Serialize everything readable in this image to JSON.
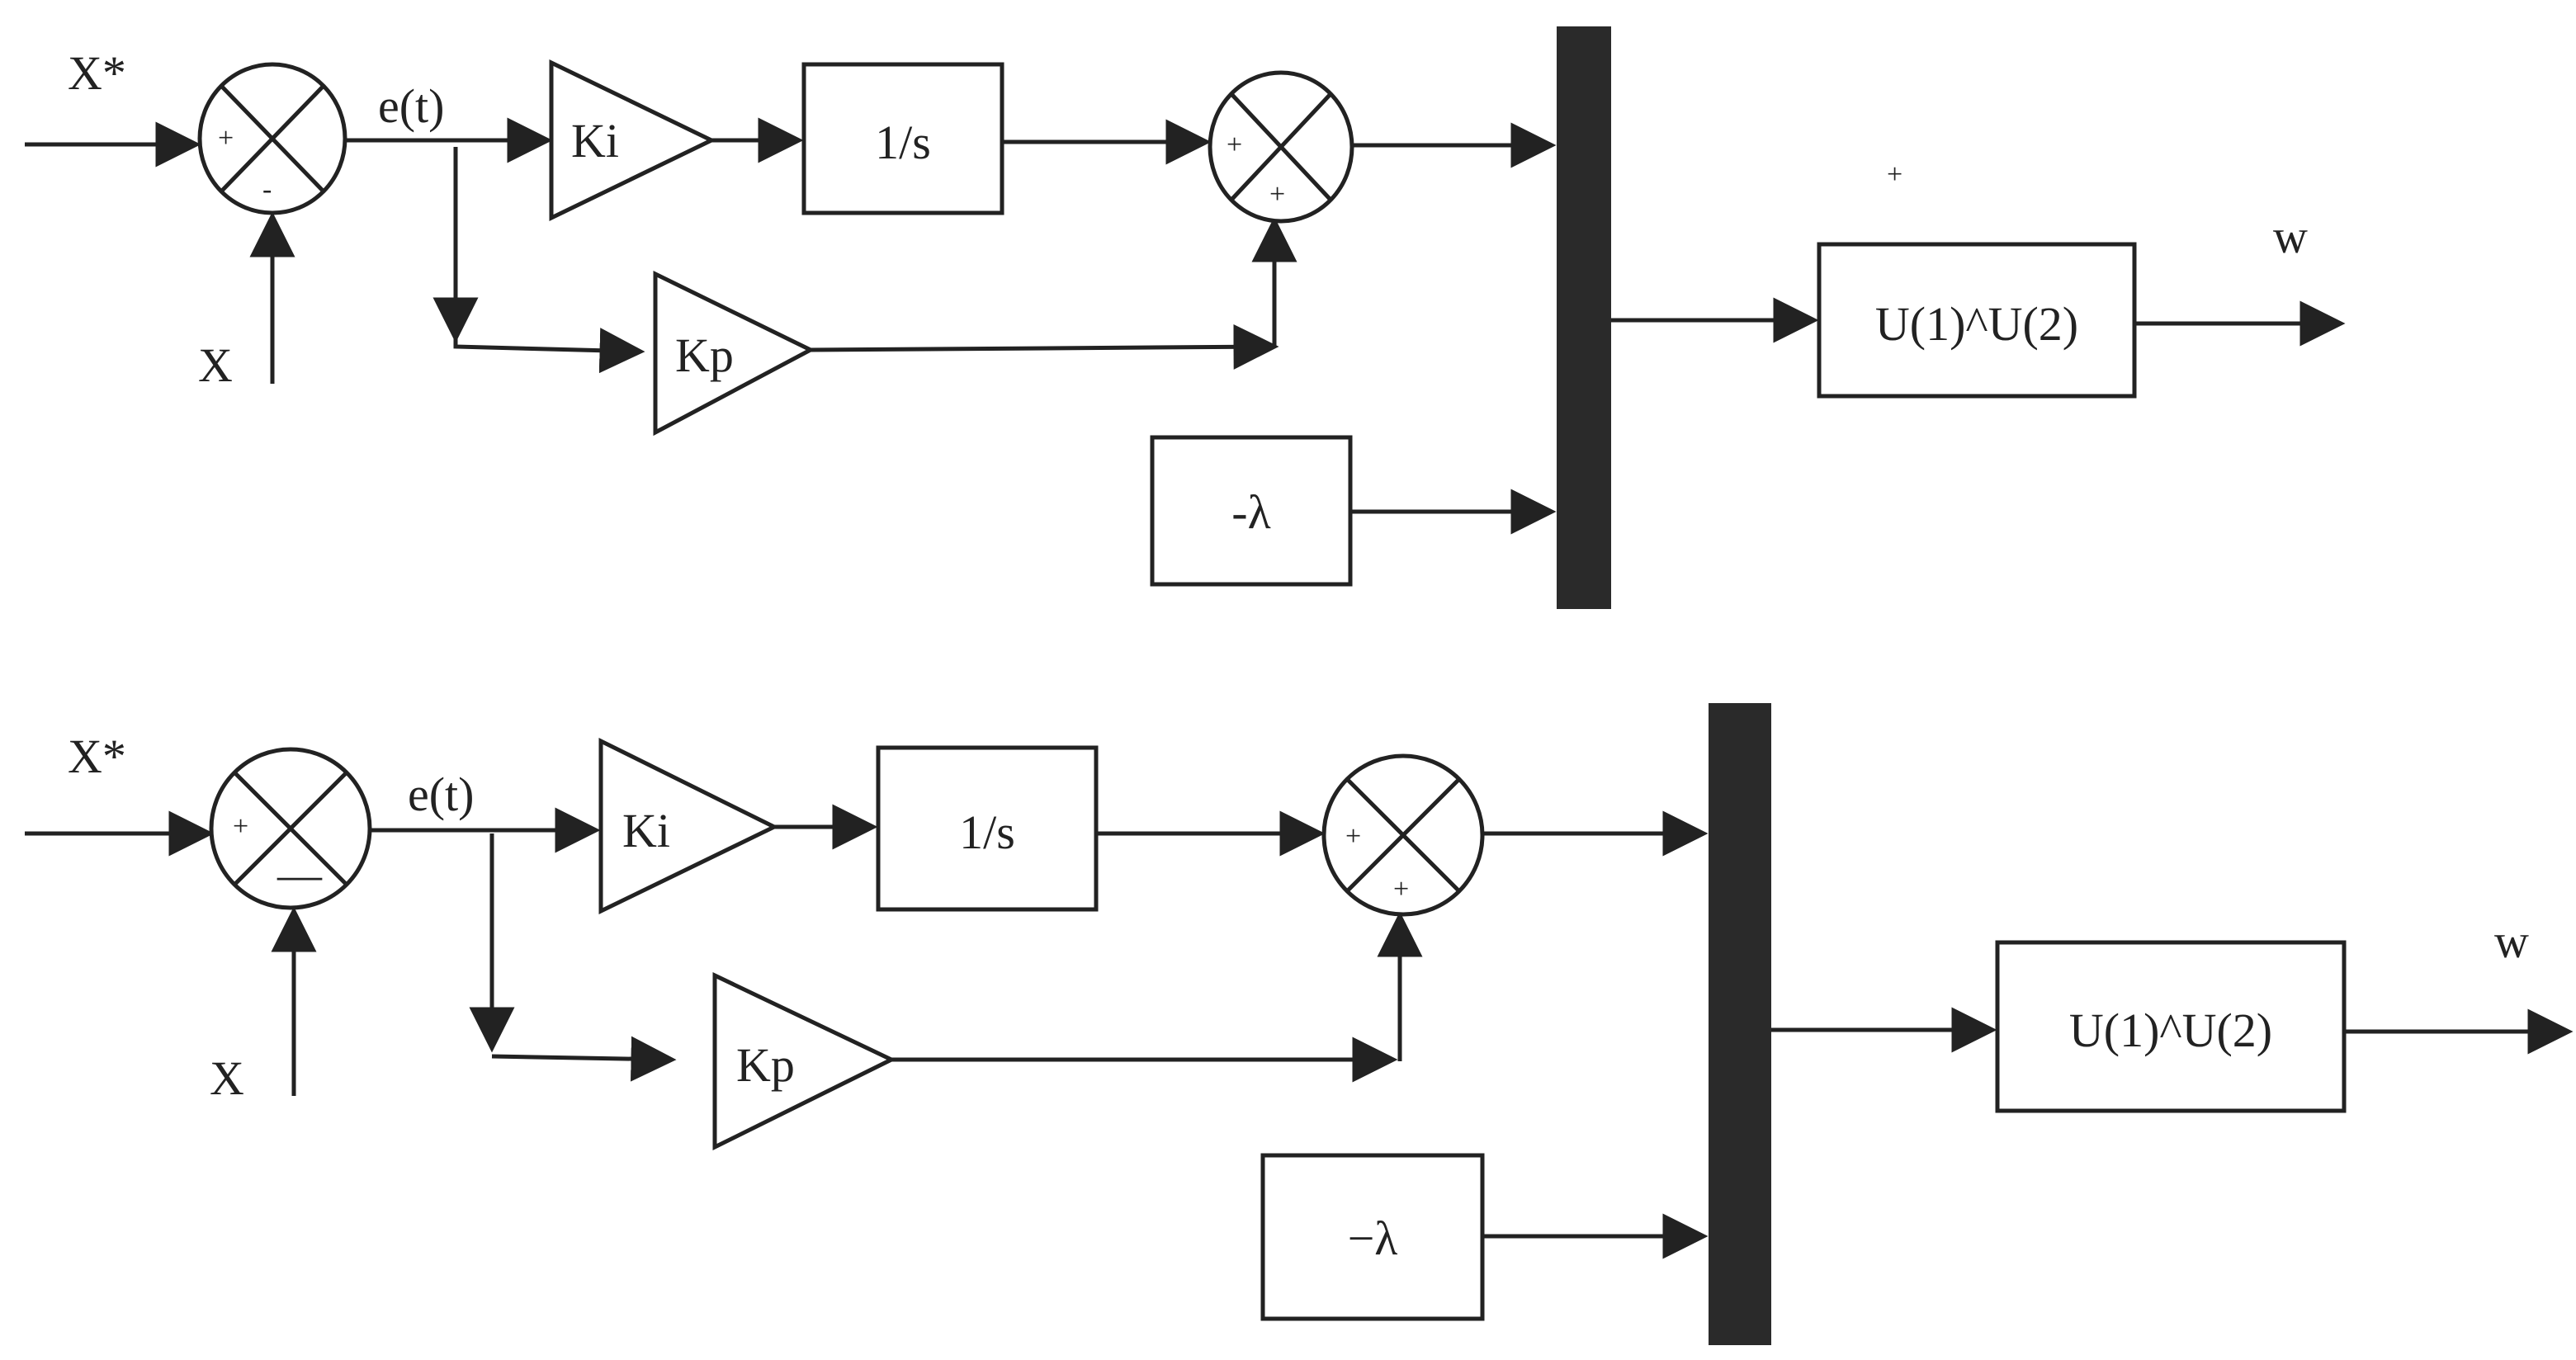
{
  "diagrams": [
    {
      "ref_label": "X*",
      "feedback_label": "X",
      "error_label": "e(t)",
      "sum1_signs": [
        "+",
        "-"
      ],
      "ki_label": "Ki",
      "kp_label": "Kp",
      "integrator_label": "1/s",
      "sum2_signs": [
        "+",
        "+"
      ],
      "constant_label": "-λ",
      "function_label": "U(1)^U(2)",
      "output_label": "w",
      "stray_mark": "+"
    },
    {
      "ref_label": "X*",
      "feedback_label": "X",
      "error_label": "e(t)",
      "sum1_signs": [
        "+",
        "—"
      ],
      "ki_label": "Ki",
      "kp_label": "Kp",
      "integrator_label": "1/s",
      "sum2_signs": [
        "+",
        "+"
      ],
      "constant_label": "−λ",
      "function_label": "U(1)^U(2)",
      "output_label": "w"
    }
  ]
}
